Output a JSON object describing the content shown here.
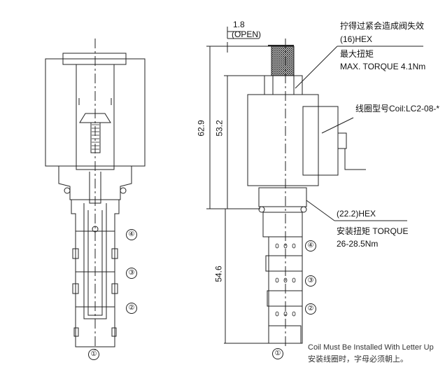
{
  "section_view": {
    "ports": [
      "④",
      "③",
      "②",
      "①"
    ]
  },
  "outline_view": {
    "ports": [
      "④",
      "③",
      "②",
      "①"
    ],
    "dimensions": {
      "open_stroke": "1.8",
      "open_label": "(OPEN)",
      "overall": "62.9",
      "upper": "53.2",
      "lower": "54.6"
    },
    "callouts": {
      "warning_cn": "拧得过紧会造成阀失效",
      "nut_hex": "(16)HEX",
      "max_torque_cn": "最大扭矩",
      "max_torque": "MAX. TORQUE 4.1Nm",
      "coil": "线圈型号Coil:LC2-08-*",
      "body_hex": "(22.2)HEX",
      "install_torque": "安装扭矩 TORQUE",
      "install_torque_value": "26-28.5Nm"
    }
  },
  "notes": {
    "en": "Coil Must Be Installed With Letter Up",
    "cn": "安装线圈时，字母必须朝上。"
  }
}
